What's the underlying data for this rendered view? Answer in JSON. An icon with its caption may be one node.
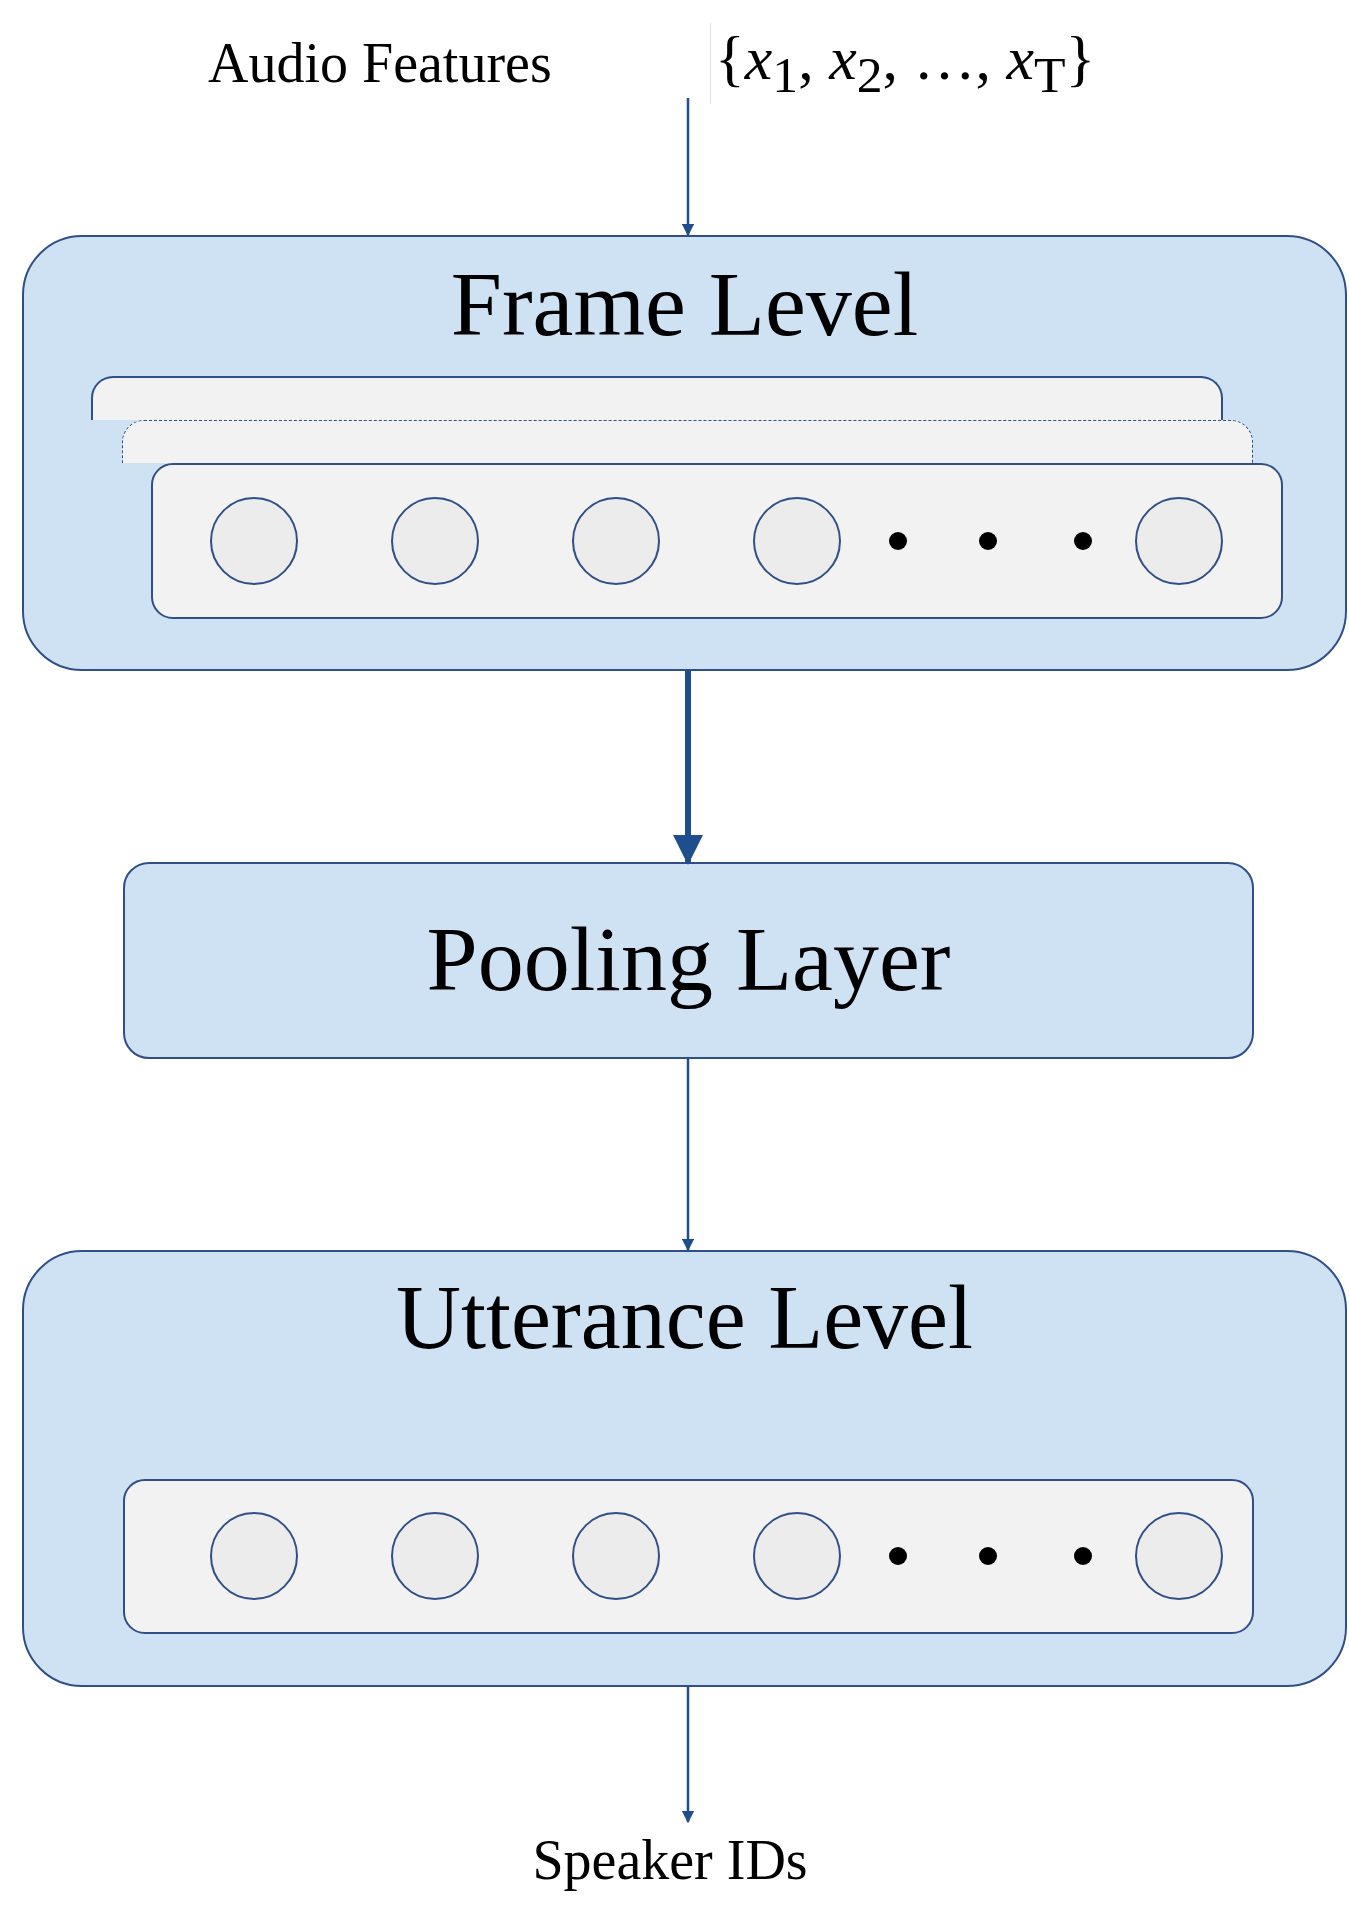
{
  "diagram": {
    "nodes": [
      {
        "text": [
          "Audio Features",
          "{*x*$_{1}$, *x*$_{2}$, …, *x*$_{T}$}"
        ]
      },
      {
        "text": [
          "Frame Level"
        ]
      },
      {
        "text": [],
        "shape": "box",
        "in": 1
      },
      {
        "text": [],
        "shape": "box",
        "in": 1
      },
      {
        "text": [],
        "shape": "box",
        "in": 1
      },
      {
        "text": [],
        "shape": "circle",
        "in": 4
      },
      {
        "text": [],
        "shape": "circle",
        "in": 4
      },
      {
        "text": [],
        "shape": "circle",
        "in": 4
      },
      {
        "text": [],
        "shape": "circle",
        "in": 4
      },
      {
        "text": [],
        "shape": "circle",
        "in": 4
      },
      {
        "text": [
          "Pooling Layer"
        ]
      },
      {
        "text": [
          "Utterance Level"
        ]
      },
      {
        "text": [],
        "shape": "box",
        "in": 11
      },
      {
        "text": [],
        "shape": "circle",
        "in": 12
      },
      {
        "text": [],
        "shape": "circle",
        "in": 12
      },
      {
        "text": [],
        "shape": "circle",
        "in": 12
      },
      {
        "text": [],
        "shape": "circle",
        "in": 12
      },
      {
        "text": [],
        "shape": "circle",
        "in": 12
      },
      {
        "text": [
          "Speaker IDs"
        ]
      }
    ],
    "edges": [
      {
        "from": 0,
        "to": 1,
        "arrow": "to"
      },
      {
        "from": 1,
        "to": 10,
        "arrow": "to",
        "style": "thick"
      },
      {
        "from": 10,
        "to": 11,
        "arrow": "to"
      },
      {
        "from": 11,
        "to": 18,
        "arrow": "to"
      }
    ]
  }
}
